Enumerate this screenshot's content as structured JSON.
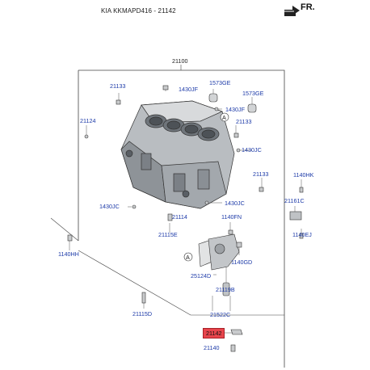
{
  "header": {
    "title": "KIA KKMAPD416 - 21142",
    "direction_label": "FR."
  },
  "callouts": {
    "main_assembly": "21100",
    "p21133_a": "21133",
    "p1430JF_a": "1430JF",
    "p1573GE_a": "1573GE",
    "p1573GE_b": "1573GE",
    "p1430JF_b": "1430JF",
    "p21124": "21124",
    "ref_a1": "A",
    "p21133_b": "21133",
    "p1430JC_a": "1430JC",
    "p21133_c": "21133",
    "p1140HK": "1140HK",
    "p21161C": "21161C",
    "p1430JC_b": "1430JC",
    "p1430JC_c": "1430JC",
    "p21114": "21114",
    "p1140FN": "1140FN",
    "p1140EJ": "1140EJ",
    "p21115E": "21115E",
    "p1140HH": "1140HH",
    "ref_a2": "A",
    "p1140GD": "1140GD",
    "p25124D": "25124D",
    "p21119B": "21119B",
    "p21522C": "21522C",
    "p21115D": "21115D",
    "p21142": "21142",
    "p21140": "21140"
  },
  "highlight_color": "#e8454c",
  "label_color": "#1c3aa8",
  "icons": [
    "direction-arrow-icon",
    "bolt-icon",
    "engine-block-illustration"
  ]
}
